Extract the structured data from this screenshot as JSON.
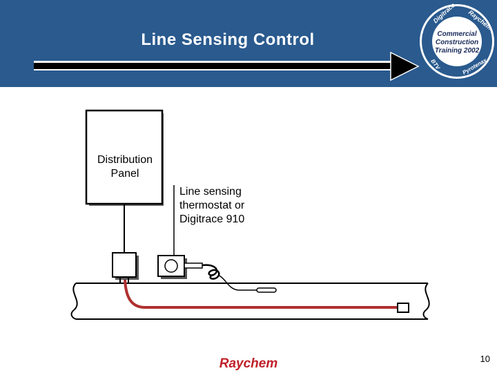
{
  "header": {
    "title": "Line Sensing Control",
    "background_color": "#2a5a8e"
  },
  "badge": {
    "line1": "Commercial",
    "line2": "Construction",
    "line3": "Training 2002",
    "ring_top_left": "Digitrace",
    "ring_top_right": "Raychem",
    "ring_bottom_left": "BTV",
    "ring_bottom_right": "Pyrotenax"
  },
  "diagram": {
    "panel_label": "Distribution Panel",
    "sensor_label_line1": "Line sensing",
    "sensor_label_line2": "thermostat or",
    "sensor_label_line3": "Digitrace 910",
    "cable_color": "#b03030"
  },
  "footer": {
    "logo": "Raychem",
    "logo_color": "#c0202a",
    "page_number": "10"
  }
}
